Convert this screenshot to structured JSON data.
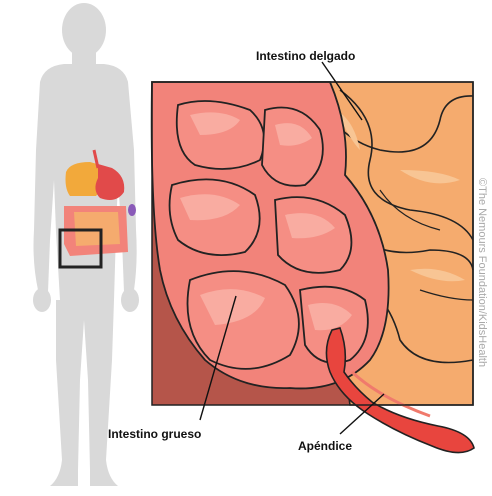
{
  "labels": {
    "small_intestine": "Intestino delgado",
    "large_intestine": "Intestino grueso",
    "appendix": "Apéndice"
  },
  "credit": "©The Nemours Foundation/KidsHealth",
  "colors": {
    "silhouette": "#d9d9d9",
    "panel_bg": "#b5554a",
    "colon": "#f2837a",
    "colon_highlight": "#f9aca1",
    "small_intestine": "#f5ab6e",
    "appendix": "#e8453e",
    "outline": "#222222"
  }
}
